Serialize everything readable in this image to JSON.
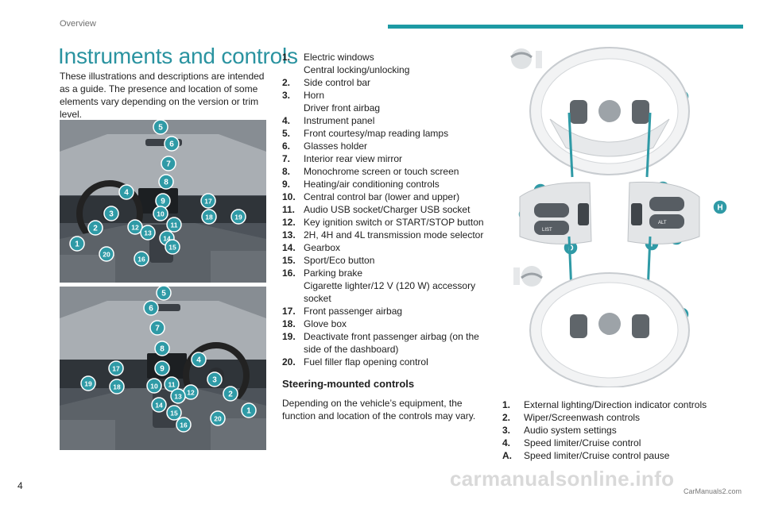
{
  "header": {
    "section": "Overview"
  },
  "title": "Instruments and controls",
  "intro": "These illustrations and descriptions are intended as a guide. The presence and location of some elements vary depending on the version or trim level.",
  "photo_top_callouts": [
    "5",
    "6",
    "7",
    "8",
    "4",
    "9",
    "17",
    "3",
    "10",
    "11",
    "18",
    "19",
    "2",
    "12",
    "13",
    "14",
    "1",
    "15",
    "20",
    "16"
  ],
  "photo_bottom_callouts": [
    "5",
    "6",
    "7",
    "8",
    "4",
    "17",
    "9",
    "19",
    "18",
    "10",
    "11",
    "3",
    "12",
    "13",
    "2",
    "14",
    "1",
    "15",
    "20",
    "16"
  ],
  "controls_list": [
    {
      "num": "1.",
      "lines": [
        "Electric windows",
        "Central locking/unlocking"
      ]
    },
    {
      "num": "2.",
      "lines": [
        "Side control bar"
      ]
    },
    {
      "num": "3.",
      "lines": [
        "Horn",
        "Driver front airbag"
      ]
    },
    {
      "num": "4.",
      "lines": [
        "Instrument panel"
      ]
    },
    {
      "num": "5.",
      "lines": [
        "Front courtesy/map reading lamps"
      ]
    },
    {
      "num": "6.",
      "lines": [
        "Glasses holder"
      ]
    },
    {
      "num": "7.",
      "lines": [
        "Interior rear view mirror"
      ]
    },
    {
      "num": "8.",
      "lines": [
        "Monochrome screen or touch screen"
      ]
    },
    {
      "num": "9.",
      "lines": [
        "Heating/air conditioning controls"
      ]
    },
    {
      "num": "10.",
      "lines": [
        "Central control bar (lower and upper)"
      ]
    },
    {
      "num": "11.",
      "lines": [
        "Audio USB socket/Charger USB socket"
      ]
    },
    {
      "num": "12.",
      "lines": [
        "Key ignition switch or START/STOP button"
      ]
    },
    {
      "num": "13.",
      "lines": [
        "2H, 4H and 4L transmission mode selector"
      ]
    },
    {
      "num": "14.",
      "lines": [
        "Gearbox"
      ]
    },
    {
      "num": "15.",
      "lines": [
        "Sport/Eco button"
      ]
    },
    {
      "num": "16.",
      "lines": [
        "Parking brake",
        "Cigarette lighter/12 V (120 W) accessory",
        "socket"
      ]
    },
    {
      "num": "17.",
      "lines": [
        "Front passenger airbag"
      ]
    },
    {
      "num": "18.",
      "lines": [
        "Glove box"
      ]
    },
    {
      "num": "19.",
      "lines": [
        "Deactivate front passenger airbag (on the",
        "side of the dashboard)"
      ]
    },
    {
      "num": "20.",
      "lines": [
        "Fuel filler flap opening control"
      ]
    }
  ],
  "steering": {
    "heading": "Steering-mounted controls",
    "text": "Depending on the vehicle’s equipment, the function and location of the controls may vary.",
    "wheel_callouts_top": [
      "1",
      "2",
      "4",
      "3"
    ],
    "button_callouts_left": [
      "B",
      "A",
      "C",
      "E",
      "D"
    ],
    "button_callouts_right": [
      "G",
      "F",
      "H",
      "J",
      "I"
    ],
    "wheel_callouts_bottom": [
      "2",
      "1",
      "4",
      "3"
    ],
    "button_labels": [
      "LIST",
      "ALT"
    ],
    "list": [
      {
        "num": "1.",
        "text": "External lighting/Direction indicator controls"
      },
      {
        "num": "2.",
        "text": "Wiper/Screenwash controls"
      },
      {
        "num": "3.",
        "text": "Audio system settings"
      },
      {
        "num": "4.",
        "text": "Speed limiter/Cruise control"
      },
      {
        "num": "A.",
        "text": "Speed limiter/Cruise control pause"
      }
    ]
  },
  "colors": {
    "accent": "#2a93a0",
    "badge": "#2f9aa6",
    "bar": "#1d9aa4"
  },
  "page_number": "4",
  "watermark": "carmanualsonline.info",
  "watermark_small": "CarManuals2.com"
}
